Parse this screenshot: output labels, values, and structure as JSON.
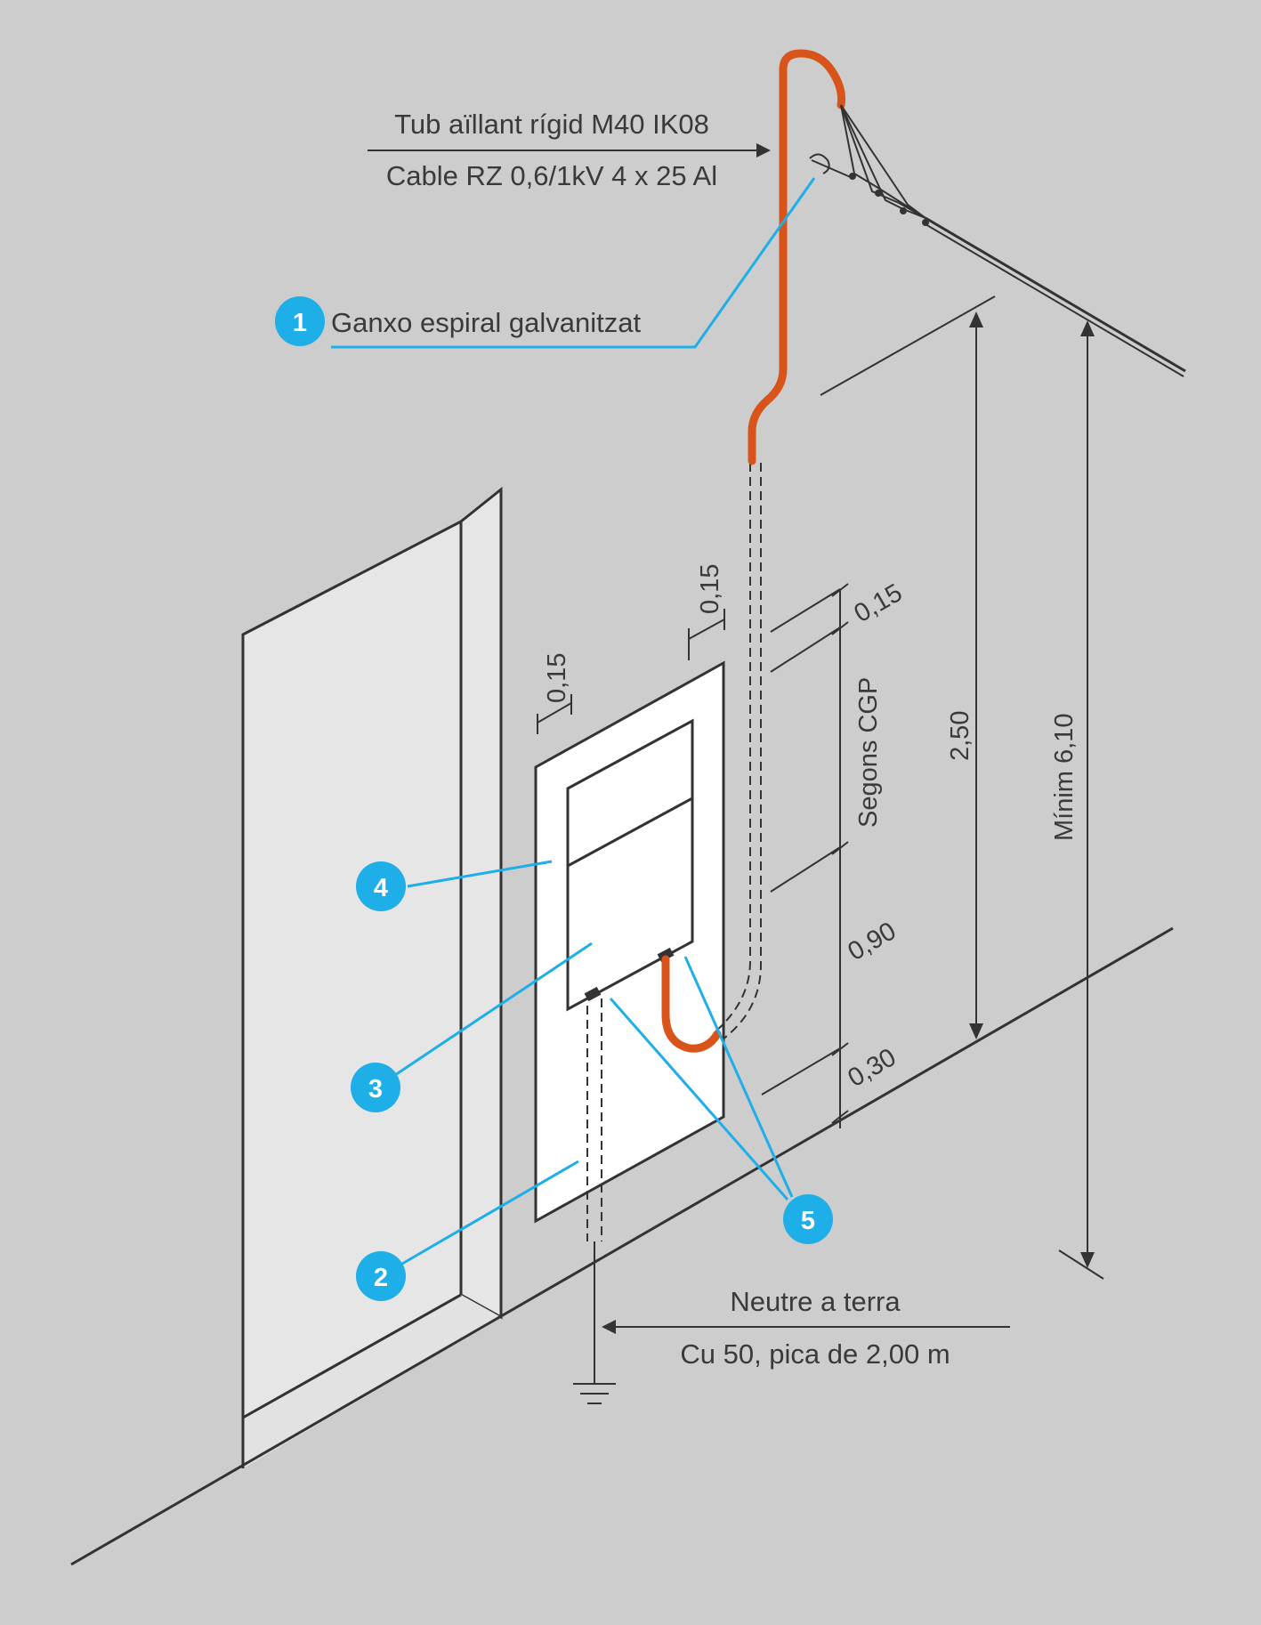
{
  "labels": {
    "tube": "Tub aïllant rígid M40 IK08",
    "cable": "Cable RZ 0,6/1kV 4 x 25 Al",
    "hook": "Ganxo espiral galvanitzat",
    "neutral": "Neutre a terra",
    "ground": "Cu 50, pica de 2,00 m"
  },
  "dimensions": {
    "d015_a": "0,15",
    "d015_b": "0,15",
    "d015_c": "0,15",
    "segons": "Segons CGP",
    "d090": "0,90",
    "d030": "0,30",
    "d250": "2,50",
    "minim": "Mínim 6,10"
  },
  "callouts": [
    "1",
    "2",
    "3",
    "4",
    "5"
  ],
  "colors": {
    "background": "#cdcdcd",
    "callout": "#1eaee8",
    "cable": "#d9541a",
    "panel": "#ffffff",
    "wall": "#e6e6e6"
  }
}
